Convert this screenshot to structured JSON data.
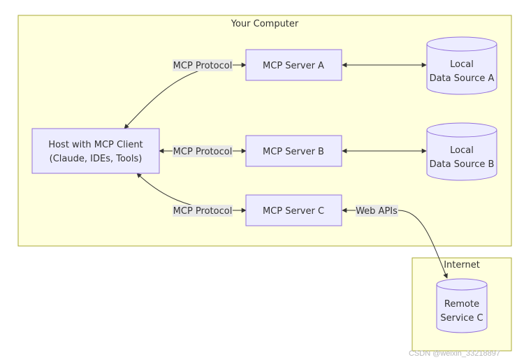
{
  "groups": {
    "computer": "Your Computer",
    "internet": "Internet"
  },
  "nodes": {
    "host_line1": "Host with MCP Client",
    "host_line2": "(Claude, IDEs, Tools)",
    "server_a": "MCP Server A",
    "server_b": "MCP Server B",
    "server_c": "MCP Server C",
    "source_a_line1": "Local",
    "source_a_line2": "Data Source A",
    "source_b_line1": "Local",
    "source_b_line2": "Data Source B",
    "remote_line1": "Remote",
    "remote_line2": "Service C"
  },
  "edge_labels": {
    "protocol_a": "MCP Protocol",
    "protocol_b": "MCP Protocol",
    "protocol_c": "MCP Protocol",
    "web_apis": "Web APIs"
  },
  "watermark": "CSDN @weixin_33218897",
  "colors": {
    "group_fill": "#ffffde",
    "group_stroke": "#aaaa33",
    "node_fill": "#ececff",
    "node_stroke": "#9370db",
    "edge": "#333333",
    "label_bg": "#e8e8e8",
    "text": "#333333"
  }
}
